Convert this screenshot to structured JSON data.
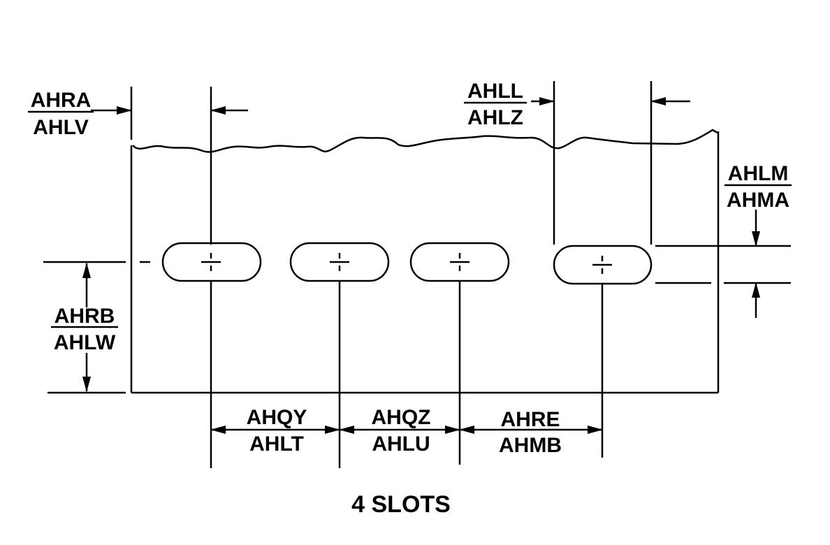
{
  "title": "4 SLOTS",
  "labels": {
    "ahra": {
      "top": "AHRA",
      "bottom": "AHLV"
    },
    "ahll": {
      "top": "AHLL",
      "bottom": "AHLZ"
    },
    "ahlm": {
      "top": "AHLM",
      "bottom": "AHMA"
    },
    "ahrb": {
      "top": "AHRB",
      "bottom": "AHLW"
    },
    "ahqy": {
      "top": "AHQY",
      "bottom": "AHLT"
    },
    "ahqz": {
      "top": "AHQZ",
      "bottom": "AHLU"
    },
    "ahre": {
      "top": "AHRE",
      "bottom": "AHMB"
    }
  }
}
